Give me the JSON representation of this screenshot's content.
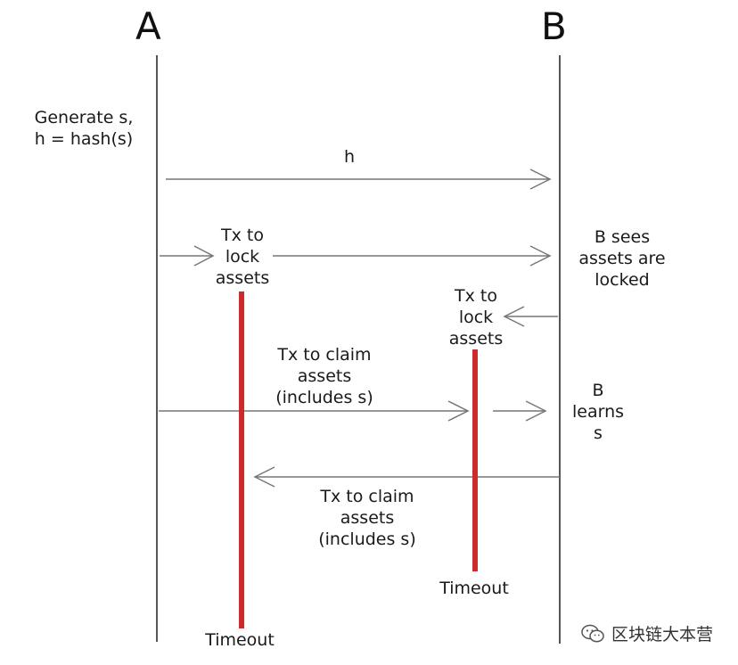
{
  "parties": {
    "a": "A",
    "b": "B"
  },
  "labels": {
    "generate": "Generate s,\nh = hash(s)",
    "h": "h",
    "tx_lock_a": "Tx to\nlock\nassets",
    "b_sees": "B sees\nassets are\nlocked",
    "tx_lock_b": "Tx to\nlock\nassets",
    "tx_claim_a": "Tx to claim\nassets\n(includes s)",
    "b_learns": "B\nlearns\ns",
    "tx_claim_b": "Tx to claim\nassets\n(includes s)",
    "timeout_b": "Timeout",
    "timeout_a": "Timeout"
  },
  "watermark": "区块链大本营",
  "colors": {
    "timeout_bar": "#cc2b2b",
    "line": "#555555",
    "arrow": "#777777"
  }
}
